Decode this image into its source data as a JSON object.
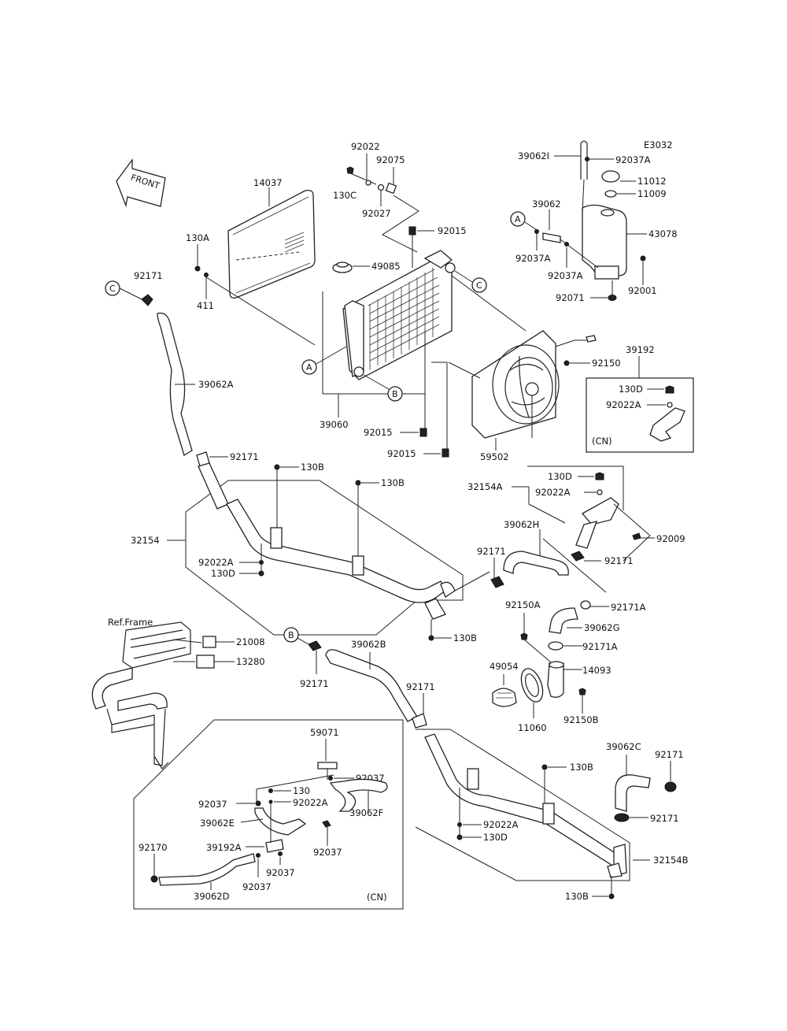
{
  "diagram_code": "E3032",
  "front_label": "FRONT",
  "ref_frame": "Ref.Frame",
  "variant_cn": "(CN)",
  "callouts": {
    "a": "A",
    "b": "B",
    "c": "C"
  },
  "parts": {
    "p14037": "14037",
    "p130A": "130A",
    "p411": "411",
    "p92171_c": "92171",
    "p39062A": "39062A",
    "p92022_top": "92022",
    "p92075": "92075",
    "p130C": "130C",
    "p92027": "92027",
    "p92015_top": "92015",
    "p49085": "49085",
    "p39060": "39060",
    "p92015_mid": "92015",
    "p92015_bot": "92015",
    "p39062I": "39062I",
    "p92037A_top": "92037A",
    "p11012": "11012",
    "p11009": "11009",
    "p39062": "39062",
    "p43078": "43078",
    "p92037A_left": "92037A",
    "p92037A_mid": "92037A",
    "p92001": "92001",
    "p92071": "92071",
    "p92150": "92150",
    "p59502": "59502",
    "p39192": "39192",
    "p130D_box": "130D",
    "p92022A_box": "92022A",
    "p92171_upper": "92171",
    "p130B_1": "130B",
    "p130B_2": "130B",
    "p32154": "32154",
    "p92022A_left": "92022A",
    "p130D_left": "130D",
    "p130B_3": "130B",
    "p32154A": "32154A",
    "p130D_right": "130D",
    "p92022A_right": "92022A",
    "p92009": "92009",
    "p39062H": "39062H",
    "p92171_h": "92171",
    "p92171_h2": "92171",
    "p92171A_1": "92171A",
    "p92150A": "92150A",
    "p39062G": "39062G",
    "p92171A_2": "92171A",
    "p49054": "49054",
    "p14093": "14093",
    "p11060": "11060",
    "p92150B": "92150B",
    "p21008": "21008",
    "p13280": "13280",
    "p92171_b": "92171",
    "p39062B": "39062B",
    "p92171_mid": "92171",
    "p59071": "59071",
    "p92037_1": "92037",
    "p130": "130",
    "p92037_2": "92037",
    "p92022A_cn": "92022A",
    "p39062E": "39062E",
    "p39062F": "39062F",
    "p92170": "92170",
    "p39192A": "39192A",
    "p92037_3": "92037",
    "p92037_4": "92037",
    "p92037_5": "92037",
    "p39062D": "39062D",
    "p39062C": "39062C",
    "p92171_c2": "92171",
    "p130B_4": "130B",
    "p92171_c3": "92171",
    "p92022A_bot": "92022A",
    "p130D_bot": "130D",
    "p32154B": "32154B",
    "p130B_5": "130B"
  }
}
